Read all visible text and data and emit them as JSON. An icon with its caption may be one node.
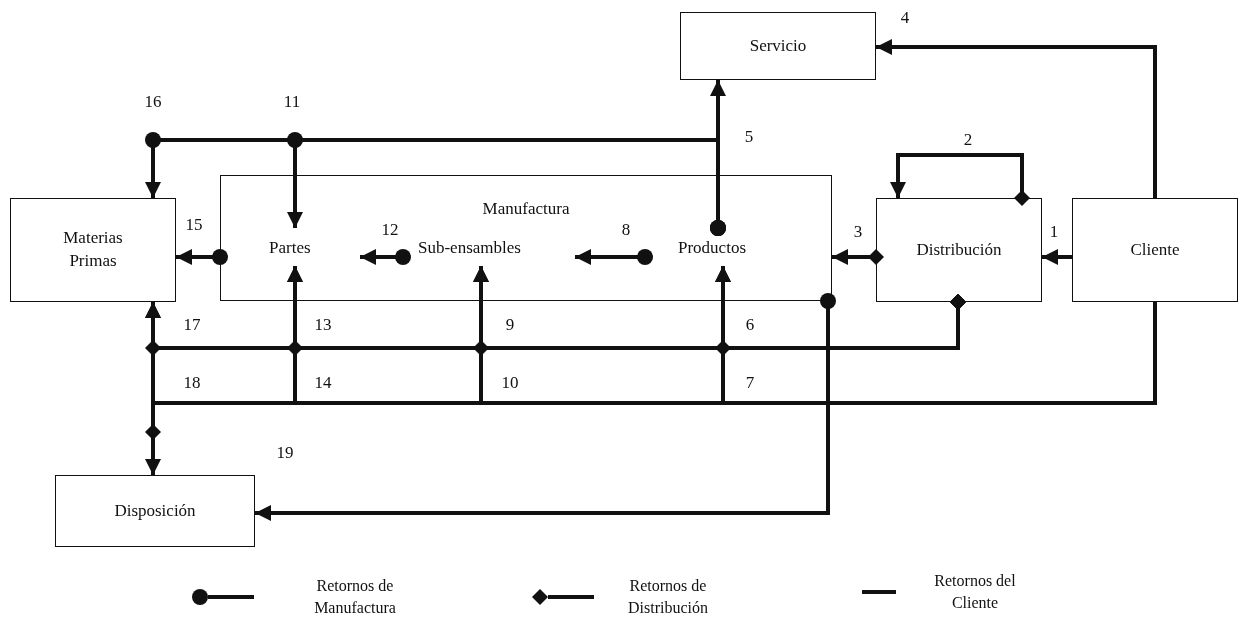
{
  "diagram": {
    "nodes": [
      {
        "text": [
          "Servicio"
        ]
      },
      {
        "text": [
          "Manufactura"
        ]
      },
      {
        "text": [
          "Materias Primas"
        ]
      },
      {
        "text": [
          "Partes"
        ],
        "in": 1
      },
      {
        "text": [
          "Sub-ensambles"
        ],
        "in": 1
      },
      {
        "text": [
          "Productos"
        ],
        "in": 1
      },
      {
        "text": [
          "Distribución"
        ]
      },
      {
        "text": [
          "Cliente"
        ]
      },
      {
        "text": [
          "Disposición"
        ]
      }
    ],
    "edges": [
      {
        "from": 7,
        "to": 6,
        "arrow": "to",
        "label": "1"
      },
      {
        "from": 6,
        "to": 6,
        "arrow": "to",
        "label": "2"
      },
      {
        "from": 6,
        "to": 1,
        "arrow": "to",
        "label": "3"
      },
      {
        "from": 7,
        "to": 0,
        "arrow": "to",
        "label": "4"
      },
      {
        "from": 5,
        "to": 0,
        "arrow": "to",
        "label": "5"
      },
      {
        "from": 5,
        "to": 4,
        "arrow": "to",
        "label": "8"
      },
      {
        "from": 4,
        "to": 3,
        "arrow": "to",
        "label": "12"
      },
      {
        "from": 1,
        "to": 2,
        "arrow": "to",
        "label": "15"
      },
      {
        "from": 5,
        "to": 3,
        "arrow": "to",
        "label": "11"
      },
      {
        "from": 5,
        "to": 2,
        "arrow": "to",
        "label": "16"
      },
      {
        "from": 6,
        "to": 5,
        "arrow": "to",
        "label": "6"
      },
      {
        "from": 6,
        "to": 4,
        "arrow": "to",
        "label": "9"
      },
      {
        "from": 6,
        "to": 3,
        "arrow": "to",
        "label": "13"
      },
      {
        "from": 6,
        "to": 2,
        "arrow": "to",
        "label": "17"
      },
      {
        "from": 7,
        "to": 5,
        "arrow": "to",
        "label": "7"
      },
      {
        "from": 7,
        "to": 4,
        "arrow": "to",
        "label": "10"
      },
      {
        "from": 7,
        "to": 3,
        "arrow": "to",
        "label": "14"
      },
      {
        "from": 7,
        "to": 2,
        "arrow": "to",
        "label": "18"
      },
      {
        "from": 1,
        "to": 8,
        "arrow": "to",
        "label": "19"
      },
      {
        "from": 6,
        "to": 8,
        "arrow": "to"
      }
    ],
    "legend": [
      {
        "text": "Retornos de Manufactura"
      },
      {
        "text": "Retornos de Distribución"
      },
      {
        "text": "Retornos del Cliente"
      }
    ]
  }
}
